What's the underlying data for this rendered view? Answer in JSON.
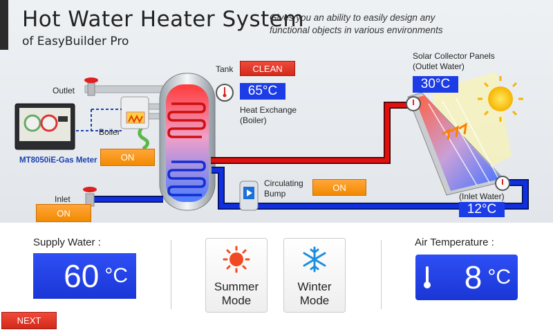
{
  "header": {
    "title": "Hot Water Heater System",
    "subtitle": "of EasyBuilder Pro",
    "tagline_line1": "Gives you an ability to easily design any",
    "tagline_line2": "functional objects in various environments"
  },
  "diagram": {
    "outlet_label": "Outlet",
    "boiler_label": "Boiler",
    "inlet_label": "Inlet",
    "device_label": "MT8050iE-Gas Meter",
    "tank_label": "Tank",
    "clean_button": "CLEAN",
    "tank_temp": "65°C",
    "heat_exchange_line1": "Heat Exchange",
    "heat_exchange_line2": "(Boiler)",
    "boiler_on_button": "ON",
    "inlet_on_button": "ON",
    "pump_label_line1": "Circulating",
    "pump_label_line2": "Bump",
    "pump_on_button": "ON",
    "solar_label_line1": "Solar Collector Panels",
    "solar_label_line2": "(Outlet Water)",
    "solar_outlet_temp": "30°C",
    "solar_inlet_label": "(Inlet Water)",
    "solar_inlet_temp": "12°C"
  },
  "bottom": {
    "supply_label": "Supply Water :",
    "supply_value": "60",
    "supply_unit": "°C",
    "summer_line1": "Summer",
    "summer_line2": "Mode",
    "winter_line1": "Winter",
    "winter_line2": "Mode",
    "air_label": "Air Temperature :",
    "air_value": "8",
    "air_unit": "°C",
    "next_button": "NEXT"
  },
  "colors": {
    "temp_box": "#1c3ce6",
    "hot_pipe": "#e01010",
    "cold_pipe": "#1030e0",
    "on_button": "#f28a00",
    "clean_button": "#d22a1c"
  }
}
